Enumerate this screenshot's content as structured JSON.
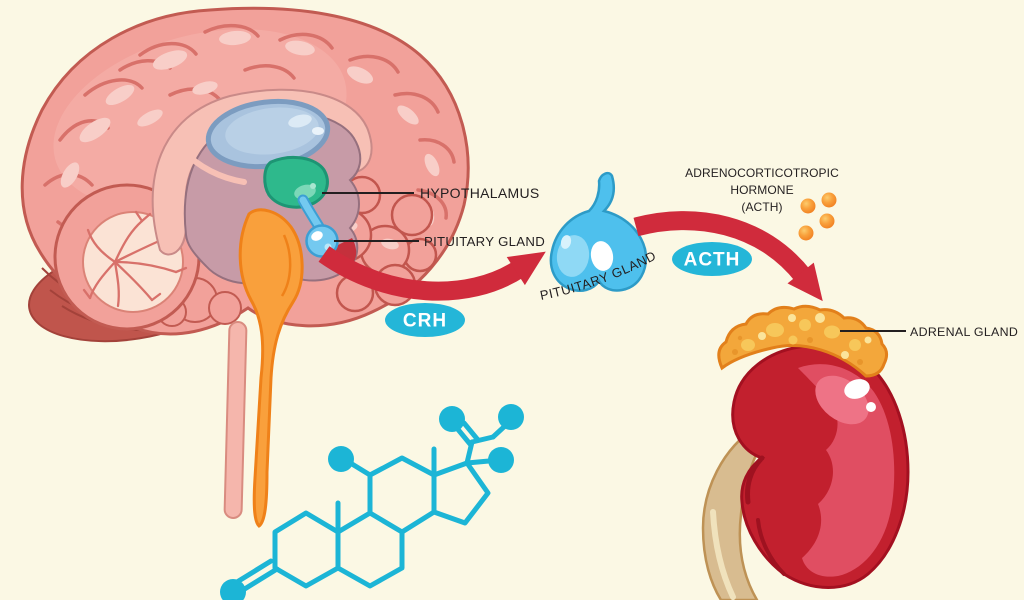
{
  "diagram": {
    "subject": "hypothalamic-pituitary-adrenal-axis",
    "background_color": "#FBF8E4"
  },
  "palette": {
    "arrow_red": "#D02B3C",
    "badge_cyan": "#24B6D8",
    "molecule_cyan": "#1CB5D6",
    "label_dark": "#231F20",
    "hormone_dot_orange": "#F58220",
    "brain_salmon": "#F2A19A",
    "hypothalamus_green": "#2EB98C",
    "pituitary_blue": "#5BC4EE",
    "kidney_red": "#C2202E",
    "adrenal_orange": "#F3A73B"
  },
  "labels": {
    "hypothalamus": "HYPOTHALAMUS",
    "pituitary_pointer": "PITUITARY GLAND",
    "pituitary_caption": "PITUITARY GLAND",
    "adrenal_gland": "ADRENAL GLAND"
  },
  "badges": {
    "crh": "CRH",
    "acth": "ACTH"
  },
  "acth_text": {
    "line1": "ADRENOCORTICOTROPIC",
    "line2": "HORMONE",
    "line3": "(ACTH)"
  },
  "icons": [
    "brain-sagittal-illustration",
    "pituitary-gland-illustration",
    "kidney-adrenal-illustration",
    "cortisol-molecule-illustration",
    "hormone-dots",
    "crh-arrow",
    "acth-arrow"
  ]
}
